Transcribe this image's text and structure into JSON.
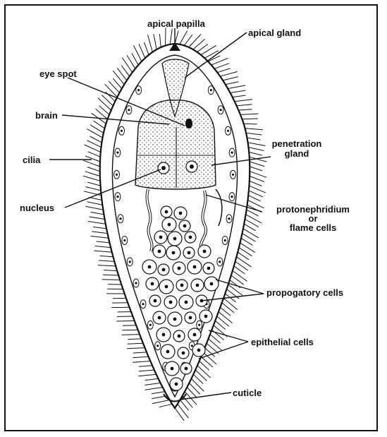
{
  "labels": {
    "apical_papilla": "apical papilla",
    "apical_gland": "apical gland",
    "eye_spot": "eye spot",
    "brain": "brain",
    "cilia": "cilia",
    "penetration_gland_line1": "penetration",
    "penetration_gland_line2": "gland",
    "nucleus": "nucleus",
    "protonephridium_line1": "protonephridium",
    "protonephridium_line2": "or",
    "protonephridium_line3": "flame cells",
    "propogatory_cells": "propogatory cells",
    "epithelial_cells": "epithelial cells",
    "cuticle": "cuticle"
  },
  "colors": {
    "ink": "#111111",
    "paper": "#ffffff"
  }
}
